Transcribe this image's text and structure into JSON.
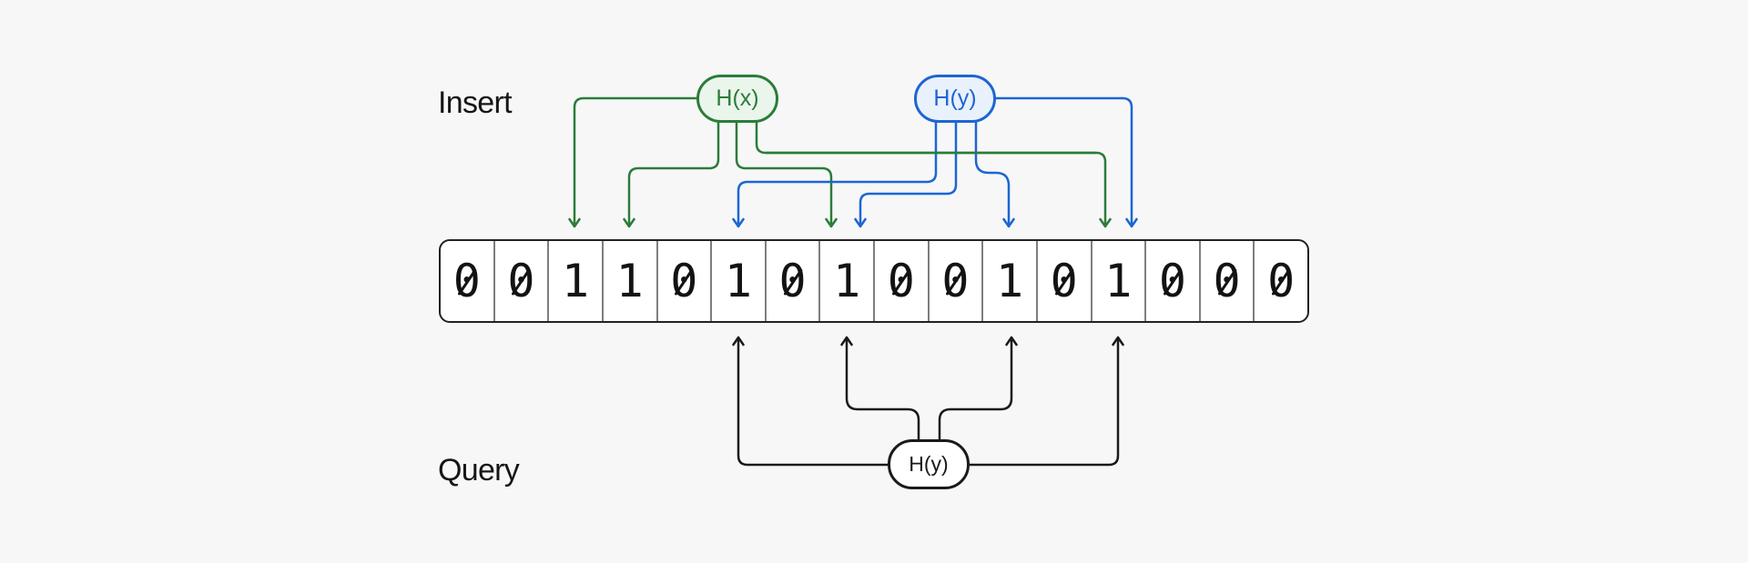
{
  "diagram": "bloom-filter-insert-query",
  "labels": {
    "insert": "Insert",
    "query": "Query"
  },
  "insert_section": {
    "hx_pill": {
      "label": "H(x)",
      "color": "#2b7c39",
      "fill": "#eaf5ec",
      "target_cells": [
        2,
        3,
        7,
        12
      ]
    },
    "hy_pill": {
      "label": "H(y)",
      "color": "#1c66d2",
      "fill": "#e9f1fc",
      "target_cells": [
        5,
        7,
        10,
        12
      ]
    }
  },
  "query_section": {
    "hy_pill": {
      "label": "H(y)",
      "color": "#1a1a1a",
      "fill": "#ffffff",
      "target_cells": [
        5,
        7,
        10,
        12
      ]
    }
  },
  "bit_array": {
    "length": 16,
    "bits": [
      0,
      0,
      1,
      1,
      0,
      1,
      0,
      1,
      0,
      0,
      1,
      0,
      1,
      0,
      0,
      0
    ]
  },
  "colors": {
    "background": "#f7f7f8",
    "hx_green": "#2b7c39",
    "hx_green_fill": "#eaf5ec",
    "hy_blue": "#1c66d2",
    "hy_blue_fill": "#e9f1fc",
    "query_black": "#1a1a1a",
    "array_border": "#222222",
    "cell_divider": "#7e7e7e",
    "digit": "#131313"
  }
}
